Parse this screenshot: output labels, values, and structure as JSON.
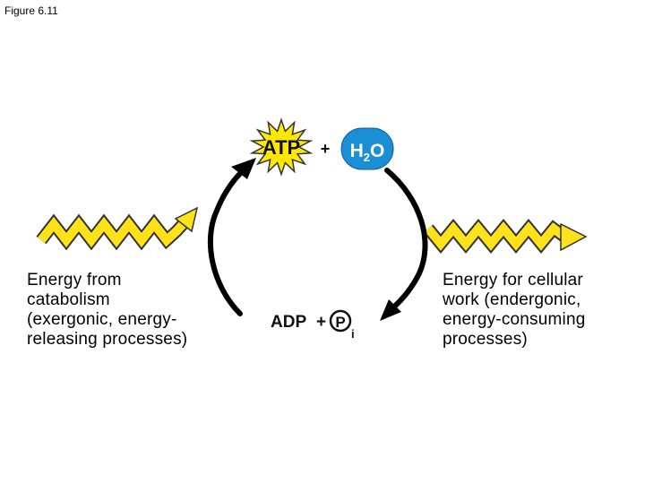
{
  "figure_label": "Figure 6.11",
  "atp": {
    "label": "ATP",
    "color": "#ffe800"
  },
  "plus_top": "+",
  "water": {
    "main": "H",
    "sub": "2",
    "tail": "O",
    "color": "#1b8fd6"
  },
  "adp": {
    "label": "ADP",
    "plus": "+",
    "phosphate": "P",
    "sub": "i"
  },
  "left_caption": {
    "lines": [
      "Energy from",
      "catabolism",
      "(exergonic, energy-",
      "releasing processes)"
    ]
  },
  "right_caption": {
    "lines": [
      "Energy for cellular",
      "work (endergonic,",
      "energy-consuming",
      "processes)"
    ]
  },
  "energy_arrow_color": "#ffe21a"
}
